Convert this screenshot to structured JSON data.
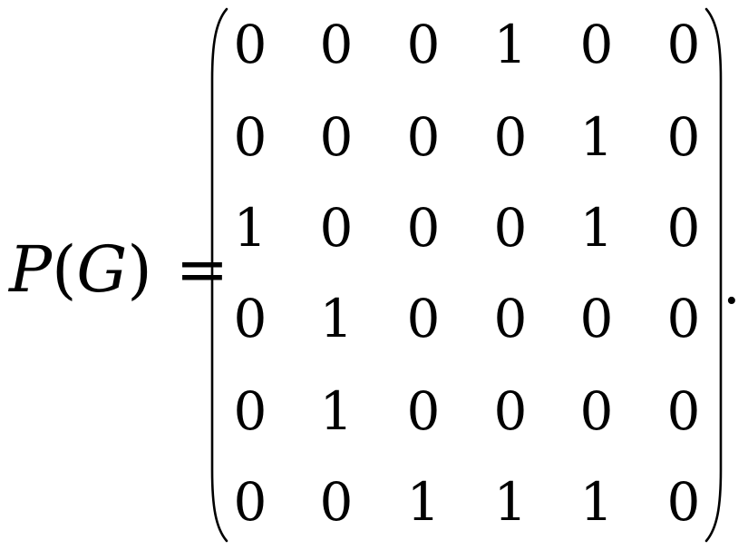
{
  "equation": {
    "lhs_var": "P",
    "lhs_open": "(",
    "lhs_arg": "G",
    "lhs_close": ")",
    "equals": "=",
    "period": "."
  },
  "matrix": [
    [
      "0",
      "0",
      "0",
      "1",
      "0",
      "0"
    ],
    [
      "0",
      "0",
      "0",
      "0",
      "1",
      "0"
    ],
    [
      "1",
      "0",
      "0",
      "0",
      "1",
      "0"
    ],
    [
      "0",
      "1",
      "0",
      "0",
      "0",
      "0"
    ],
    [
      "0",
      "1",
      "0",
      "0",
      "0",
      "0"
    ],
    [
      "0",
      "0",
      "1",
      "1",
      "1",
      "0"
    ]
  ]
}
